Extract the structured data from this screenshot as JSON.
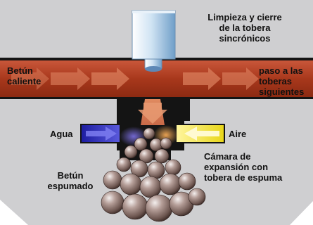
{
  "labels": {
    "cleaning_valve": [
      "Limpieza y cierre",
      "de la tobera",
      "sincrónicos"
    ],
    "hot_bitumen": [
      "Betún",
      "caliente"
    ],
    "to_next_nozzles": [
      "paso a las",
      "toberas",
      "siguientes"
    ],
    "water": "Agua",
    "air": "Aire",
    "expansion_chamber": [
      "Cámara de",
      "expansión con",
      "tobera de espuma"
    ],
    "foamed_bitumen": [
      "Betún",
      "espumado"
    ]
  },
  "colors": {
    "background": "#cfcfd1",
    "bitumen_pipe": "#a8381c",
    "arrow": "#df8562",
    "housing": "#141414",
    "water_pipe": "#2a2ab0",
    "air_pipe": "#e8d618",
    "foam": "#9b7f77"
  }
}
